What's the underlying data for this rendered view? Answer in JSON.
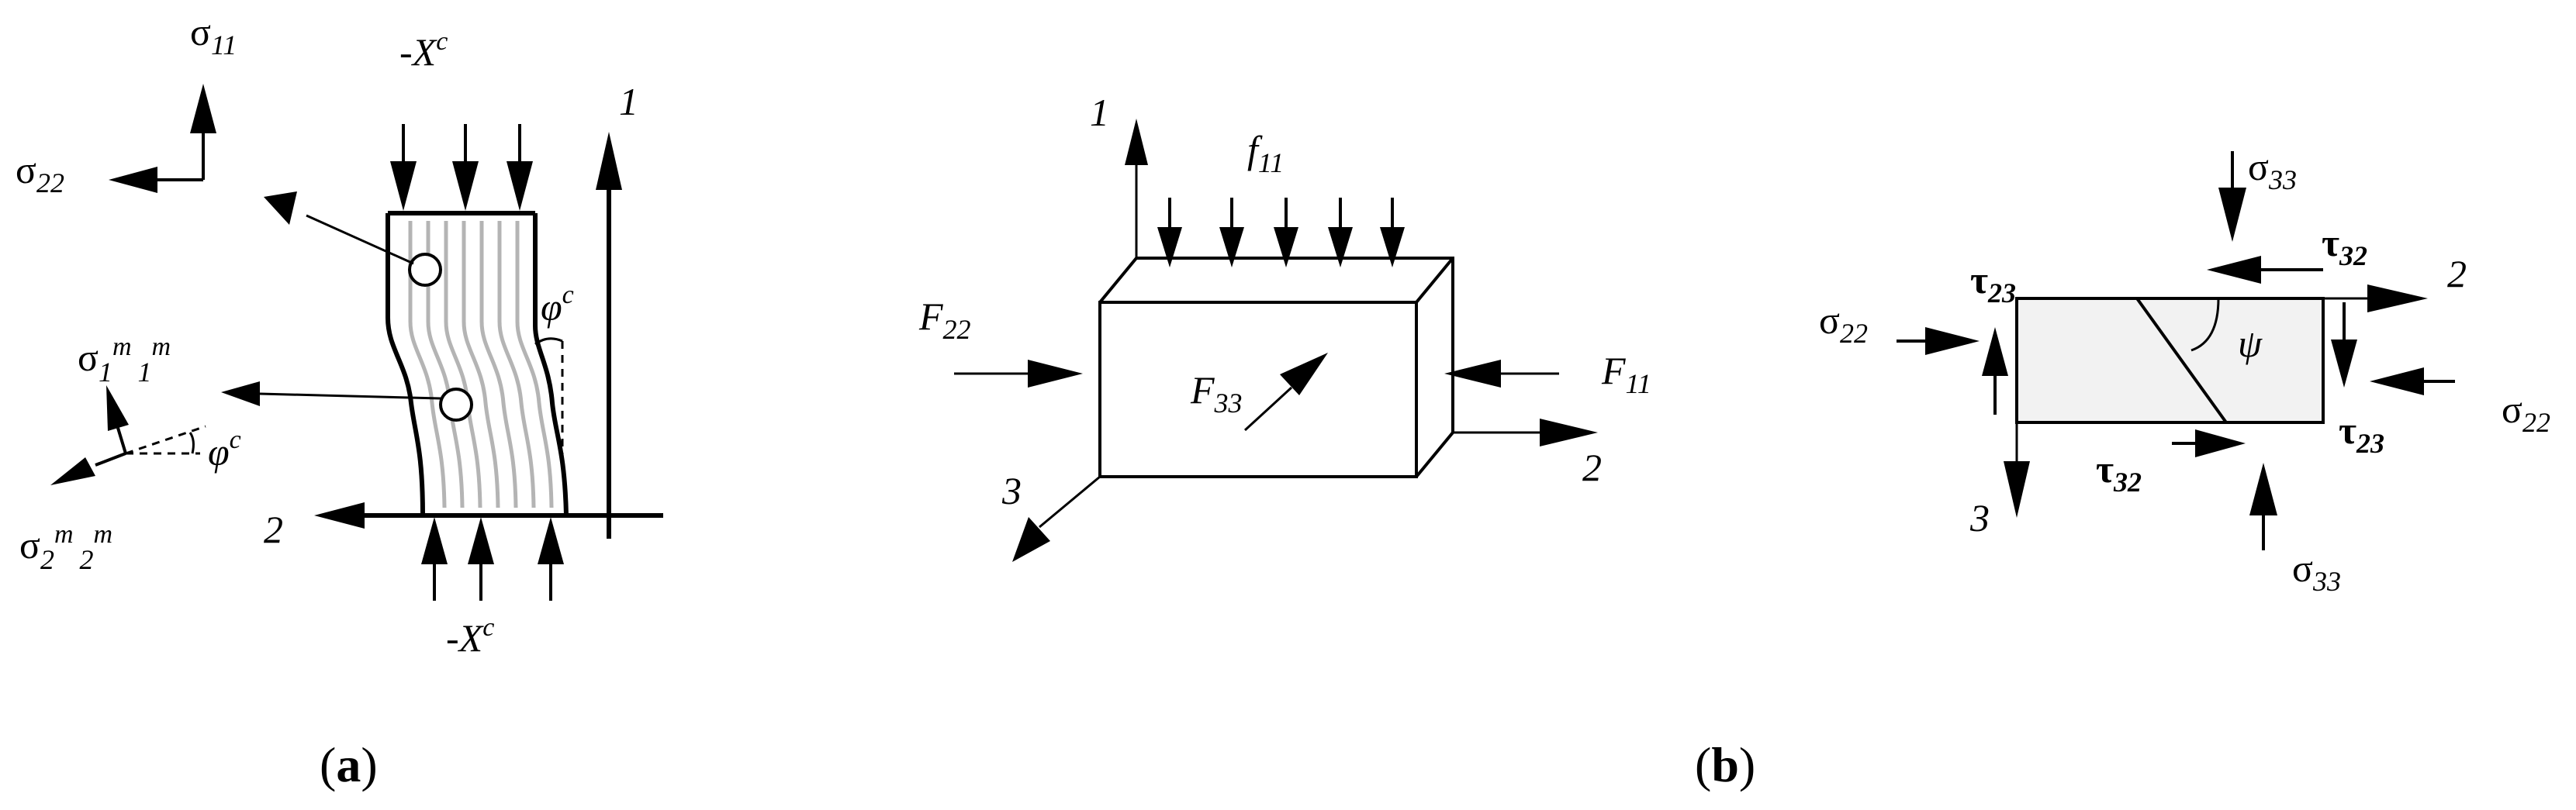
{
  "panel_a": {
    "caption_open": "(",
    "caption_letter": "a",
    "caption_close": ")",
    "load_top": {
      "sign": "-",
      "base": "X",
      "sup": "c"
    },
    "load_bottom": {
      "sign": "-",
      "base": "X",
      "sup": "c"
    },
    "axis_1": "1",
    "axis_2": "2",
    "sigma_11": {
      "base": "σ",
      "sub": "11"
    },
    "sigma_22": {
      "base": "σ",
      "sub": "22"
    },
    "sigma_m1": {
      "base": "σ",
      "sub1": "1",
      "sup1": "m",
      "sub2": "1",
      "sup2": "m"
    },
    "sigma_m2": {
      "base": "σ",
      "sub1": "2",
      "sup1": "m",
      "sub2": "2",
      "sup2": "m"
    },
    "phi_right": {
      "base": "φ",
      "sup": "c"
    },
    "phi_left": {
      "base": "φ",
      "sup": "c"
    }
  },
  "panel_b": {
    "caption_open": "(",
    "caption_letter": "b",
    "caption_close": ")",
    "f11": {
      "base": "f",
      "sub": "11"
    },
    "F22": {
      "base": "F",
      "sub": "22"
    },
    "F33": {
      "base": "F",
      "sub": "33"
    },
    "F11": {
      "base": "F",
      "sub": "11"
    },
    "axis_1": "1",
    "axis_2": "2",
    "axis_3": "3"
  },
  "panel_c": {
    "sigma33_top": {
      "base": "σ",
      "sub": "33"
    },
    "sigma33_bottom": {
      "base": "σ",
      "sub": "33"
    },
    "sigma22_left": {
      "base": "σ",
      "sub": "22"
    },
    "sigma22_right": {
      "base": "σ",
      "sub": "22"
    },
    "tau32_top": {
      "base": "τ",
      "sub": "32"
    },
    "tau32_bottom": {
      "base": "τ",
      "sub": "32"
    },
    "tau23_left": {
      "base": "τ",
      "sub": "23"
    },
    "tau23_right": {
      "base": "τ",
      "sub": "23"
    },
    "psi": "ψ",
    "axis_2": "2",
    "axis_3": "3"
  },
  "colors": {
    "ink": "#000000",
    "fiber": "#b4b4b4",
    "element_fill": "#f2f2f2"
  }
}
